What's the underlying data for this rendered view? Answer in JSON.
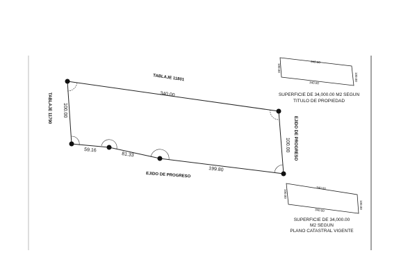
{
  "plot": {
    "north_label": "TABLAJE 11801",
    "west_label": "TABLAJE 11790",
    "east_label": "EJIDO DE PROGRESO",
    "south_label": "EJIDO DE PROGRESO",
    "dims": {
      "top": "340.00",
      "left": "100.00",
      "right": "100.00",
      "s1": "59.16",
      "s2": "81.33",
      "s3": "199.80"
    }
  },
  "inset_title": {
    "top": "340.00",
    "bottom": "340.00",
    "left": "100.00",
    "right": "100.00",
    "note1": "SUPERFICIE DE 34,000.00 M2 SEGUN",
    "note2": "TITULO DE PROPIEDAD"
  },
  "inset_cadastral": {
    "top": "340.00",
    "bottom": "340.00",
    "left": "100.00",
    "right": "100.00",
    "note1": "SUPERFICIE DE 34,000.00",
    "note2": "M2 SEGUN",
    "note3": "PLANO CATASTRAL VIGENTE"
  }
}
